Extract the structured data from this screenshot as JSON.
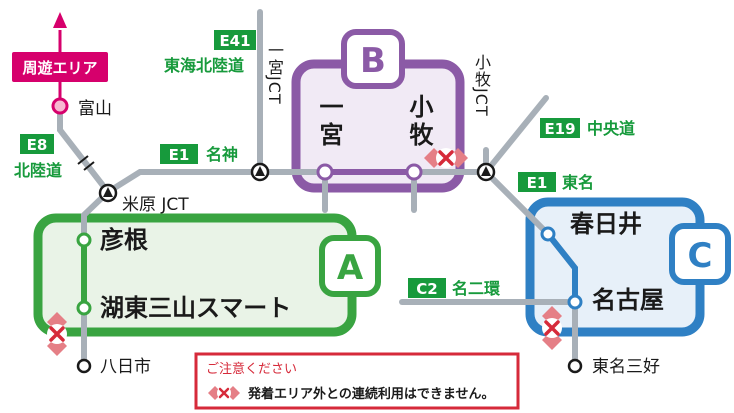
{
  "roads": {
    "e41": {
      "code": "E41",
      "name": "東海北陸道"
    },
    "e8": {
      "code": "E8",
      "name": "北陸道"
    },
    "e1_meishin": {
      "code": "E1",
      "name": "名神"
    },
    "e19": {
      "code": "E19",
      "name": "中央道"
    },
    "e1_tomei": {
      "code": "E1",
      "name": "東名"
    },
    "c2": {
      "code": "C2",
      "name": "名二環"
    }
  },
  "areas": {
    "a": {
      "letter": "A",
      "stations": [
        "彦根",
        "湖東三山スマート"
      ]
    },
    "b": {
      "letter": "B",
      "stations": [
        "一宮",
        "小牧"
      ]
    },
    "c": {
      "letter": "C",
      "stations": [
        "春日井",
        "名古屋"
      ]
    }
  },
  "junctions": {
    "maibara": "米原 JCT",
    "ichinomiya": "一宮JCT",
    "komaki": "小牧JCT"
  },
  "stations_outside": {
    "toyama": "富山",
    "yokaichi": "八日市",
    "tomei_miyoshi": "東名三好"
  },
  "tour_area_label": "周遊エリア",
  "notice": {
    "title": "ご注意ください",
    "text": "発着エリア外との連続利用はできません。"
  },
  "colors": {
    "road": "#a9b1b8",
    "road_green": "#179a3c",
    "area_a": "#2a9a3a",
    "area_b": "#7d4a9b",
    "area_c": "#2a74b8",
    "tour": "#d6006c",
    "warning": "#d62a3a"
  },
  "icons": [
    "up-arrow-icon",
    "no-entry-icon",
    "junction-icon",
    "station-dot-icon"
  ]
}
